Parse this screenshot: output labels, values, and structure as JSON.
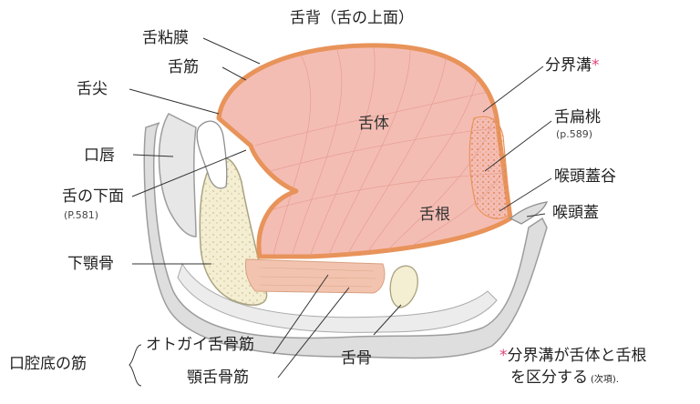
{
  "labels": {
    "dorsum": "舌背（舌の上面）",
    "mucosa": "舌粘膜",
    "muscle": "舌筋",
    "apex": "舌尖",
    "lips": "口唇",
    "underside": "舌の下面",
    "underside_ref": "(P.581)",
    "mandible": "下顎骨",
    "floor": "口腔底の筋",
    "genio": "オトガイ舌骨筋",
    "mylo": "顎舌骨筋",
    "hyoid": "舌骨",
    "sulcus": "分界溝",
    "tonsil": "舌扁桃",
    "tonsil_ref": "(p.589)",
    "vallecula": "喉頭蓋谷",
    "epiglottis": "喉頭蓋",
    "body": "舌体",
    "root": "舌根",
    "star": "*"
  },
  "note": {
    "line1": "分界溝が舌体と舌根",
    "line2": "を区分する",
    "line2_small": "(次項)."
  },
  "colors": {
    "tongue": "#f4bdb4",
    "tongue_border": "#e8935a",
    "bone": "#f4eed2",
    "soft_tissue": "#dedede",
    "star": "#e0447a"
  }
}
